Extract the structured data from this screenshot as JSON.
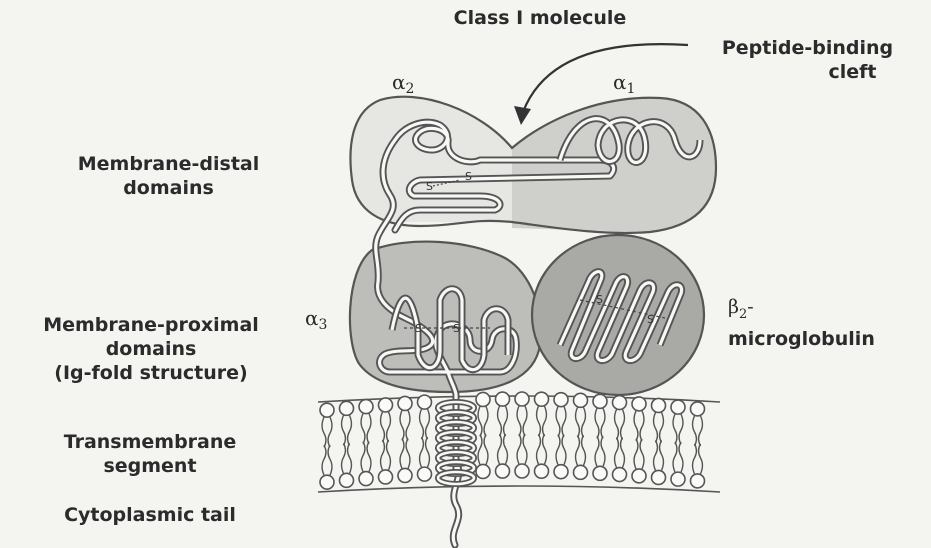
{
  "title": "Class I molecule",
  "labels": {
    "peptide_binding_cleft": [
      "Peptide-binding",
      "cleft"
    ],
    "membrane_distal": [
      "Membrane-distal",
      "domains"
    ],
    "membrane_proximal": [
      "Membrane-proximal",
      "domains",
      "(Ig-fold structure)"
    ],
    "transmembrane": [
      "Transmembrane",
      "segment"
    ],
    "cytoplasmic_tail": "Cytoplasmic tail",
    "beta2_microglobulin": [
      "β2-",
      "microglobulin"
    ]
  },
  "domains": {
    "alpha1": {
      "symbol": "α",
      "sub": "1"
    },
    "alpha2": {
      "symbol": "α",
      "sub": "2"
    },
    "alpha3": {
      "symbol": "α",
      "sub": "3"
    }
  },
  "disulfide_label": "S",
  "colors": {
    "outline": "#555555",
    "alpha1_fill": "#cfcfcc",
    "alpha2_fill": "#e6e6e3",
    "alpha3_fill": "#bdbdba",
    "beta2_fill": "#a9a9a6",
    "chain_fill": "#f8f8f6",
    "background": "#f4f4f1"
  }
}
